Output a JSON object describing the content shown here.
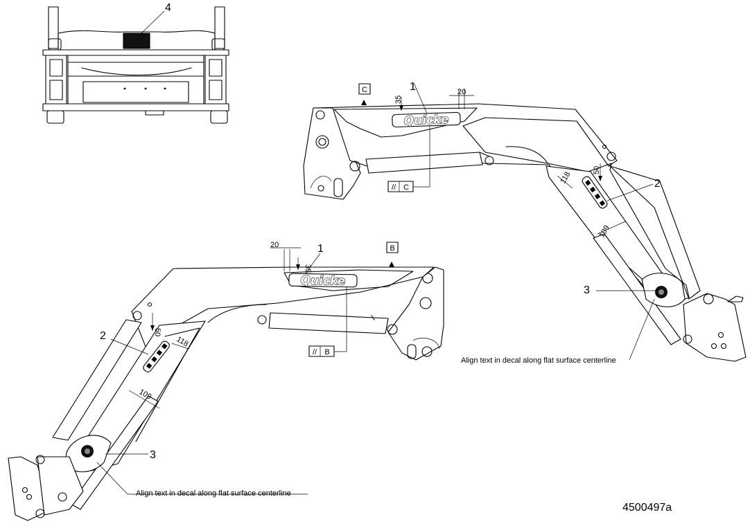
{
  "document_number": "4500497a",
  "brand_decal_text": "Quicke",
  "callouts": {
    "top_view": "4",
    "upper_right": {
      "decal_main": "1",
      "decal_arm": "2",
      "decal_round": "3"
    },
    "lower_left": {
      "decal_main": "1",
      "decal_arm": "2",
      "decal_round": "3"
    }
  },
  "datums": {
    "upper_right": {
      "datum": "C",
      "parallel_symbol": "//",
      "parallel_ref": "C"
    },
    "lower_left": {
      "datum": "B",
      "parallel_symbol": "//",
      "parallel_ref": "B"
    }
  },
  "dimensions": {
    "upper_right": {
      "d35": "35",
      "d20": "20",
      "d50": "50",
      "d118": "118",
      "d109": "109"
    },
    "lower_left": {
      "d35": "35",
      "d20": "20",
      "d50": "50",
      "d118": "118",
      "d109": "109"
    }
  },
  "notes": {
    "upper_right": "Align text in decal along flat surface centerline",
    "lower_left": "Align text in decal along flat surface centerline"
  }
}
